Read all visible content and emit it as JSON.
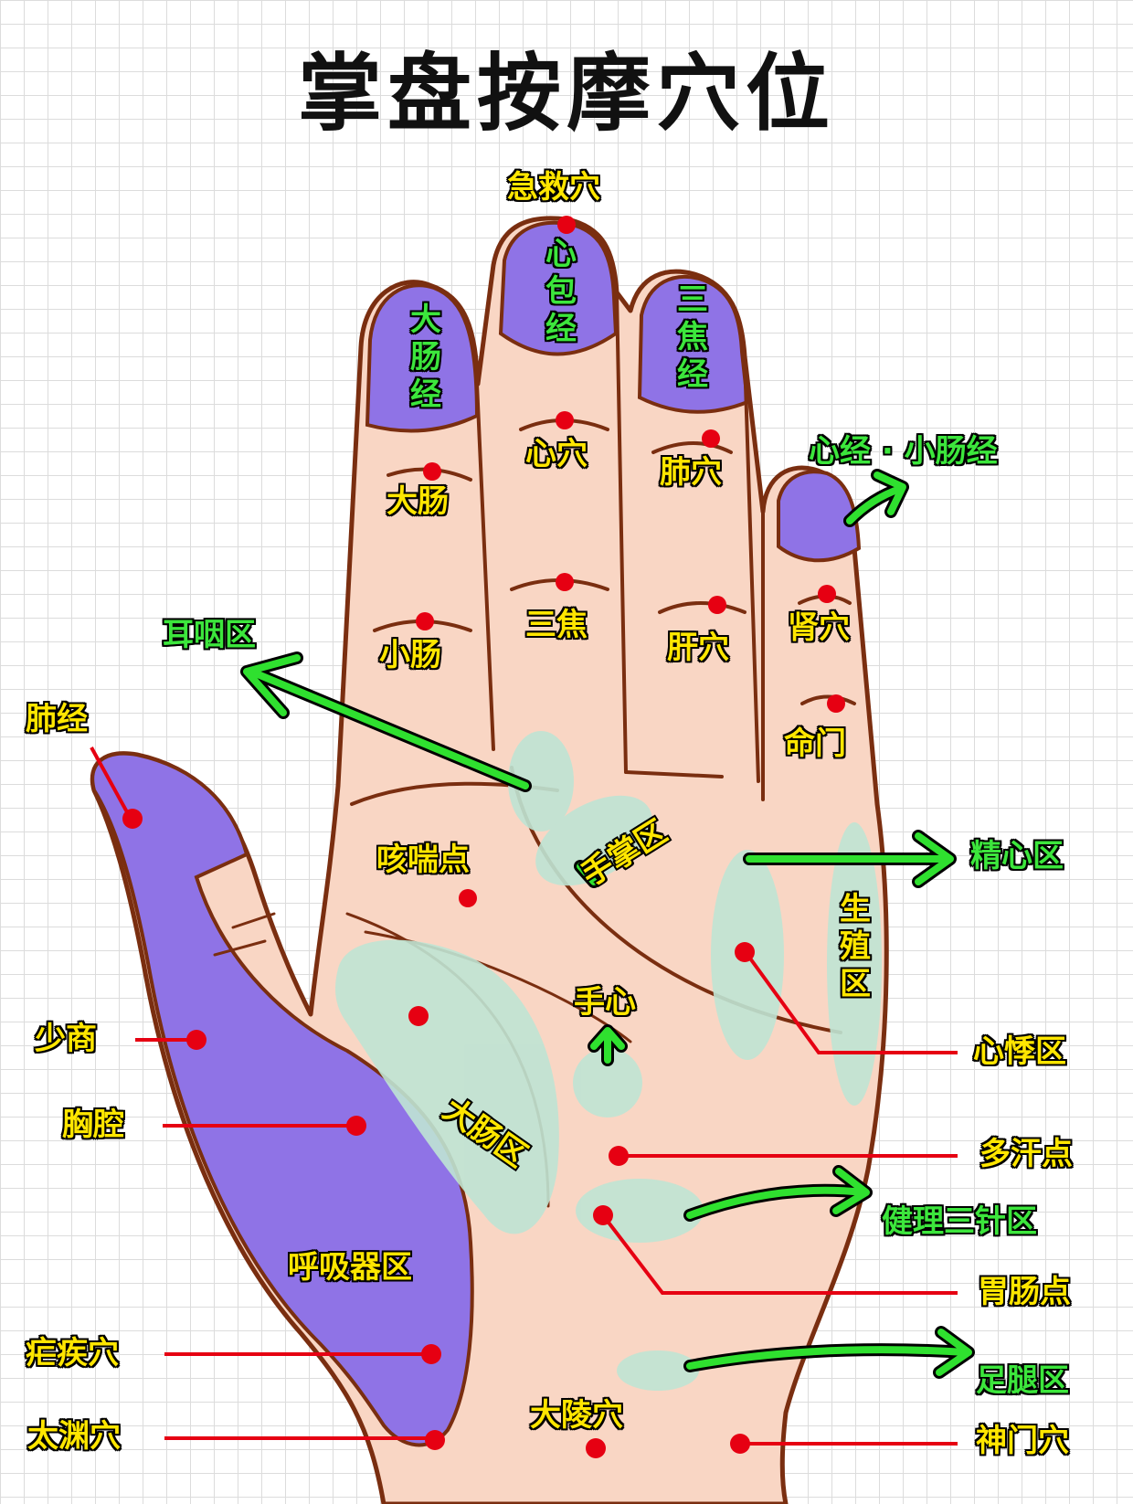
{
  "title": "掌盘按摩穴位",
  "colors": {
    "skin": "#f9d6c4",
    "outline": "#7a2e10",
    "meridian": "#8f73e6",
    "zone": "#bfe4d4",
    "dot": "#e60012",
    "line": "#e60012",
    "arrow": "#2fe02f"
  },
  "finger_tip_labels": {
    "index": "大肠经",
    "middle": "心包经",
    "ring": "三焦经"
  },
  "points": {
    "jijiu": "急救穴",
    "xinxue": "心穴",
    "feixue": "肺穴",
    "dachang": "大肠",
    "sanjiao": "三焦",
    "xiaochang": "小肠",
    "ganxue": "肝穴",
    "shenxue": "肾穴",
    "mingmen": "命门",
    "kechuan": "咳喘点",
    "hunan": "大陵穴"
  },
  "zones": {
    "xinjing_xiaochangjing": "心经 · 小肠经",
    "eryan": "耳咽区",
    "feijing": "肺经",
    "shouzhang": "手掌区",
    "jingxin": "精心区",
    "shengzhi": "生殖区",
    "shouxin": "手心",
    "dachangqu": "大肠区",
    "huxiqi": "呼吸器区"
  },
  "side_labels": {
    "shaoshang": "少商",
    "xiongqiang": "胸腔",
    "nuejixue": "疟疾穴",
    "taiyuan": "太渊穴",
    "xinjiqu": "心悸区",
    "duohan": "多汗点",
    "jianli": "健理三针区",
    "weichang": "胃肠点",
    "zutui": "足腿区",
    "shenmen": "神门穴"
  }
}
